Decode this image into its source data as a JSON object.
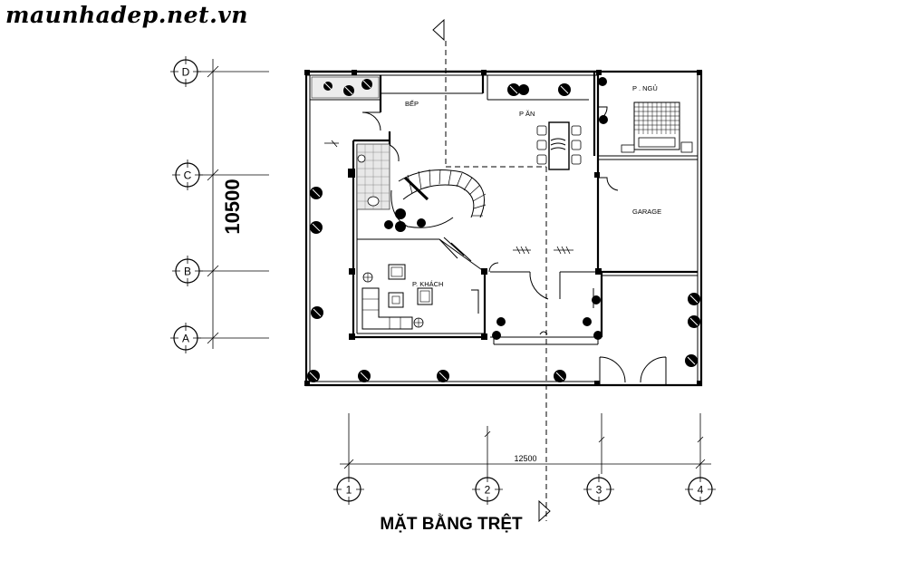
{
  "header": {
    "site_title": "maunhadep.net.vn"
  },
  "plan": {
    "caption": "MẶT BẰNG TRỆT",
    "width_dimension": "12500",
    "height_dimension": "10500",
    "rooms": {
      "kitchen": "BẾP",
      "dining": "P ĂN",
      "bedroom": "P . NGỦ",
      "garage": "GARAGE",
      "living": "P. KHÁCH"
    },
    "row_axes": [
      "D",
      "C",
      "B",
      "A"
    ],
    "column_axes": [
      "1",
      "2",
      "3",
      "4"
    ]
  }
}
